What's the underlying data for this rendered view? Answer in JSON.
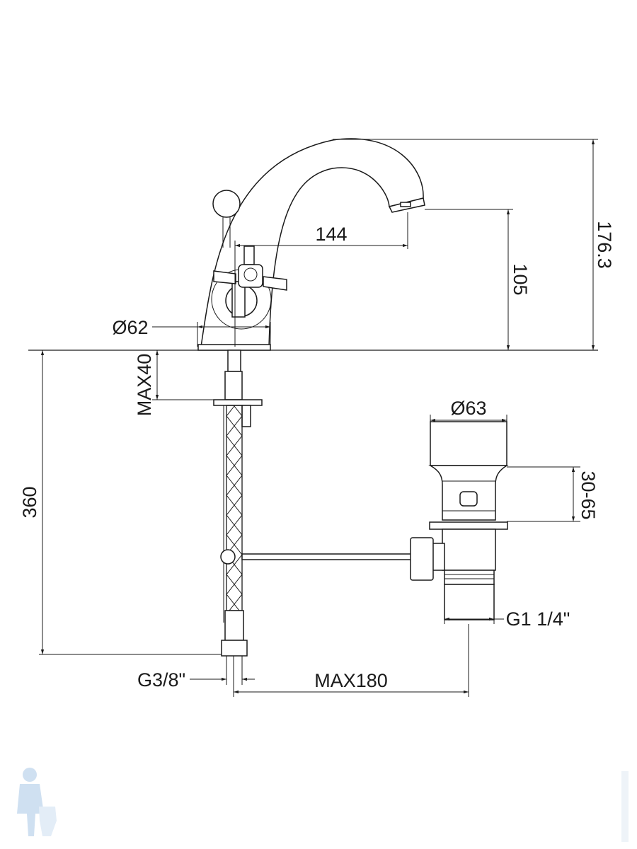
{
  "drawing": {
    "dimensions": {
      "spout_reach": "144",
      "spout_outlet_height": "105",
      "total_height": "176.3",
      "base_diameter": "Ø62",
      "max_deck_thickness": "MAX40",
      "hose_length": "360",
      "hose_thread": "G3/8\"",
      "drain_distance": "MAX180",
      "drain_cap_diameter": "Ø63",
      "drain_adjust_range": "30-65",
      "drain_thread": "G1 1/4\""
    }
  },
  "colors": {
    "line": "#1a1a1a",
    "watermark": "#cfe0f1"
  }
}
